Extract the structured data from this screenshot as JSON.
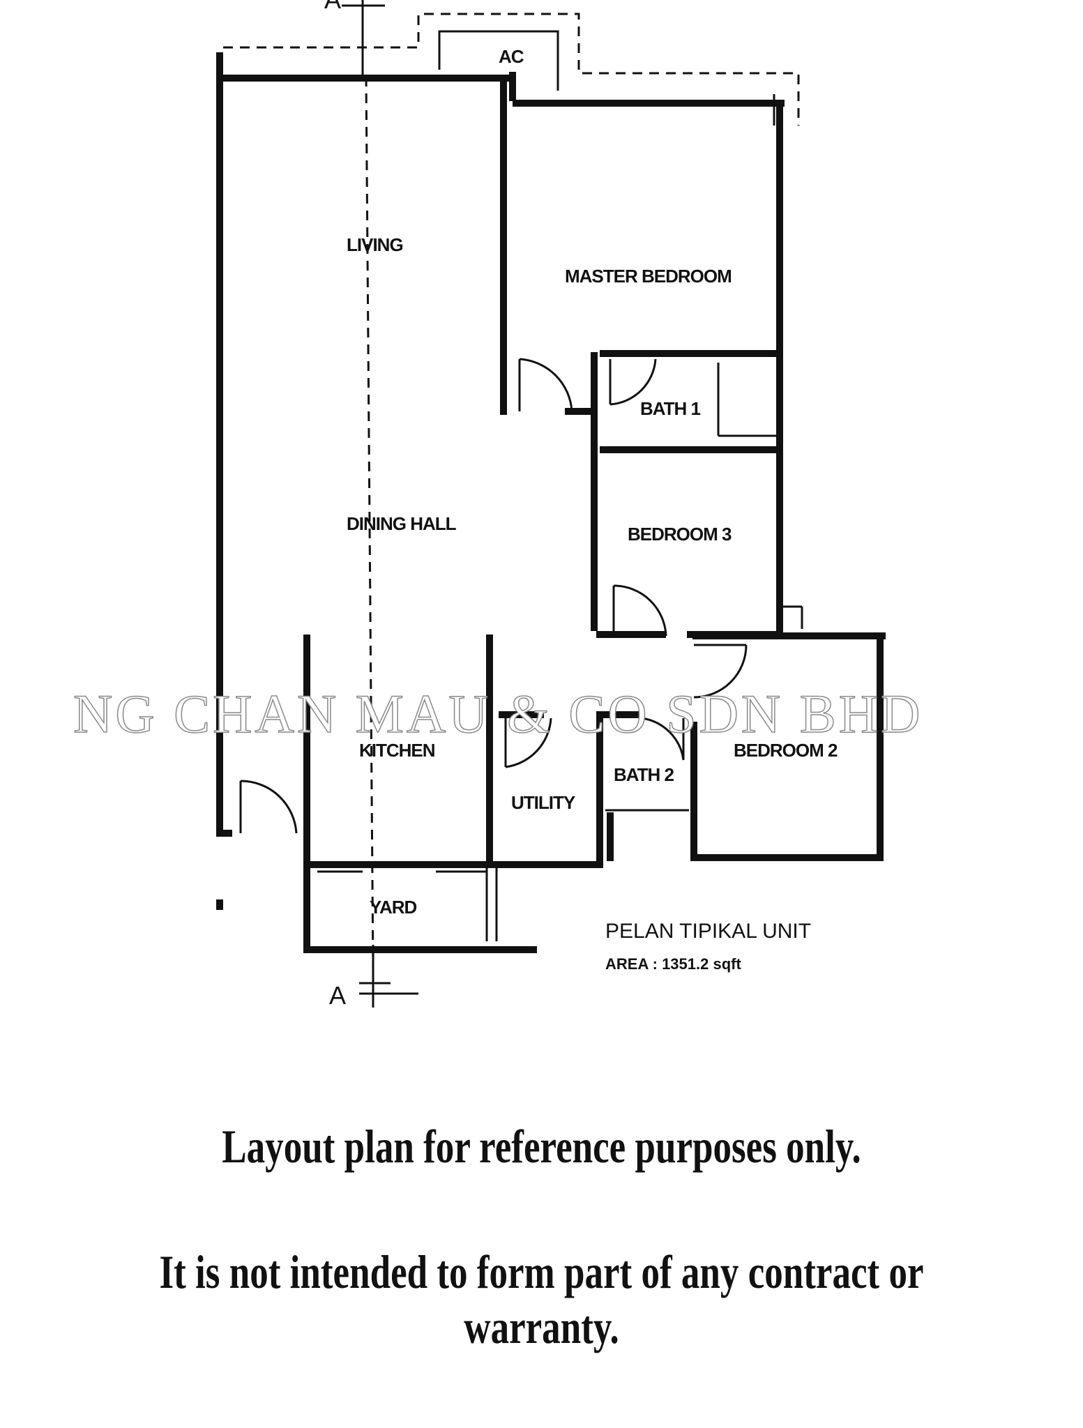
{
  "markers": {
    "section_top": "A",
    "section_bottom": "A"
  },
  "rooms": {
    "ac": "AC",
    "living": "LIVING",
    "master_bedroom": "MASTER BEDROOM",
    "bath1": "BATH 1",
    "dining_hall": "DINING HALL",
    "bedroom3": "BEDROOM 3",
    "kitchen": "KITCHEN",
    "utility": "UTILITY",
    "bath2": "BATH 2",
    "bedroom2": "BEDROOM 2",
    "yard": "YARD"
  },
  "plan_info": {
    "title": "PELAN TIPIKAL UNIT",
    "area": "AREA : 1351.2 sqft"
  },
  "watermark": "NG CHAN MAU & CO SDN BHD",
  "disclaimer": {
    "line1": "Layout plan for reference purposes only.",
    "line2": "It is not intended to form part of any contract or warranty."
  }
}
